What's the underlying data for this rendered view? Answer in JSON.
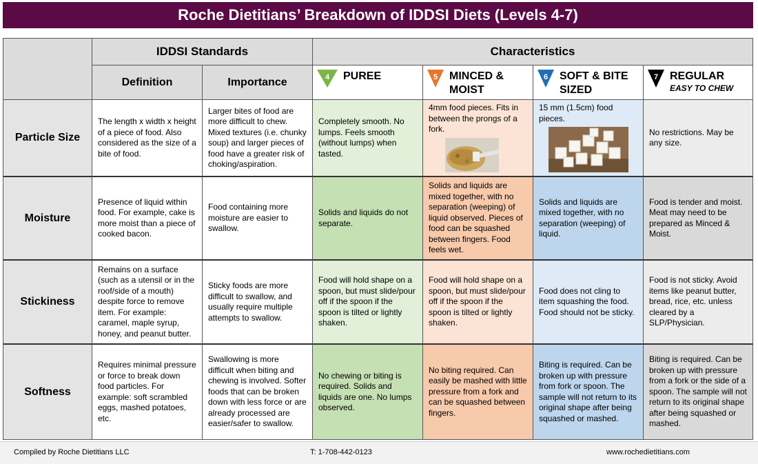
{
  "title": "Roche Dietitians’ Breakdown of  IDDSI Diets  (Levels 4-7)",
  "headers": {
    "standards": "IDDSI Standards",
    "characteristics": "Characteristics",
    "definition": "Definition",
    "importance": "Importance"
  },
  "levels": [
    {
      "num": "4",
      "name": "PUREE",
      "sub": "",
      "color": "#7ab648"
    },
    {
      "num": "5",
      "name": "MINCED & MOIST",
      "sub": "",
      "color": "#e6772e"
    },
    {
      "num": "6",
      "name": "SOFT & BITE SIZED",
      "sub": "",
      "color": "#1e6fb5"
    },
    {
      "num": "7",
      "name": "REGULAR",
      "sub": "EASY TO CHEW",
      "color": "#000000"
    }
  ],
  "rows": [
    {
      "label": "Particle Size",
      "definition": "The length x width x height of a piece of food.  Also considered as the size of a bite of food.",
      "importance": "Larger bites of food are more difficult to chew.  Mixed textures (i.e. chunky soup) and larger pieces of food have a greater risk of choking/aspiration.",
      "puree": "Completely smooth.  No lumps.  Feels smooth (without lumps) when tasted.",
      "minced": "4mm food pieces. Fits in between the prongs of a fork.",
      "soft": "15 mm (1.5cm) food pieces.",
      "regular": "No restrictions.  May be any size."
    },
    {
      "label": "Moisture",
      "definition": "Presence of liquid within food.  For example, cake is more moist than a piece of cooked bacon.",
      "importance": "Food containing more moisture are easier to swallow.",
      "puree": "Solids and liquids do not separate.",
      "minced": "Solids and liquids are mixed together, with no separation (weeping) of liquid observed.  Pieces of food can be squashed between fingers.  Food feels wet.",
      "soft": "Solids and liquids are mixed together, with no separation (weeping) of liquid.",
      "regular": "Food is tender and moist.  Meat may need to be prepared as Minced & Moist."
    },
    {
      "label": "Stickiness",
      "definition": "Remains on a surface (such as a utensil or in the roof/side of a mouth) despite force to remove item.  For example: caramel, maple syrup, honey, and peanut butter.",
      "importance": "Sticky foods are more difficult to swallow, and usually require multiple attempts to swallow.",
      "puree": "Food will hold shape on a spoon, but must slide/pour off if the spoon if the spoon is tilted or lightly shaken.",
      "minced": "Food will hold shape on a spoon, but must slide/pour off if the spoon if the spoon is tilted or lightly shaken.",
      "soft": "Food does not cling to item squashing the food. Food should not be sticky.",
      "regular": "Food is not sticky.  Avoid items like peanut butter, bread, rice, etc. unless cleared by a SLP/Physician."
    },
    {
      "label": "Softness",
      "definition": "Requires minimal pressure or force to break down food particles.  For example: soft scrambled eggs, mashed potatoes, etc.",
      "importance": "Swallowing is more difficult when biting and chewing is involved.  Softer foods that can be broken down with less force or are already processed are easier/safer to swallow.",
      "puree": "No chewing or biting is required.  Solids and liquids are one.  No lumps observed.",
      "minced": "No biting required.  Can easily be mashed with little pressure from a fork and can be squashed between fingers.",
      "soft": "Biting is required. Can be broken up with pressure from fork or spoon.  The sample will not return to its original shape after being squashed or mashed.",
      "regular": "Biting is required. Can be broken up with pressure from a fork or the side of a spoon. The sample will not return to its original shape after being squashed or mashed."
    }
  ],
  "footer": {
    "left": "Compiled by Roche Dietitians LLC",
    "center": "T: 1-708-442-0123",
    "right": "www.rochedietitians.com"
  }
}
